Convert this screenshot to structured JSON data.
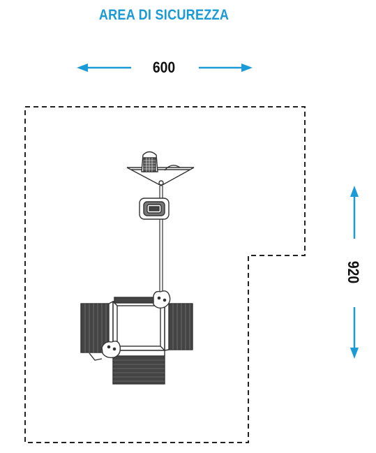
{
  "title": "AREA DI SICUREZZA",
  "dimensions": {
    "width": "600",
    "height": "920"
  },
  "colors": {
    "accent": "#1a9ad6",
    "line": "#222222",
    "outline": "#333333"
  },
  "icons": {
    "horizontal_arrows": "double-arrow-horizontal",
    "vertical_arrows": "double-arrow-vertical",
    "equipment": "playground-structure-topview"
  }
}
